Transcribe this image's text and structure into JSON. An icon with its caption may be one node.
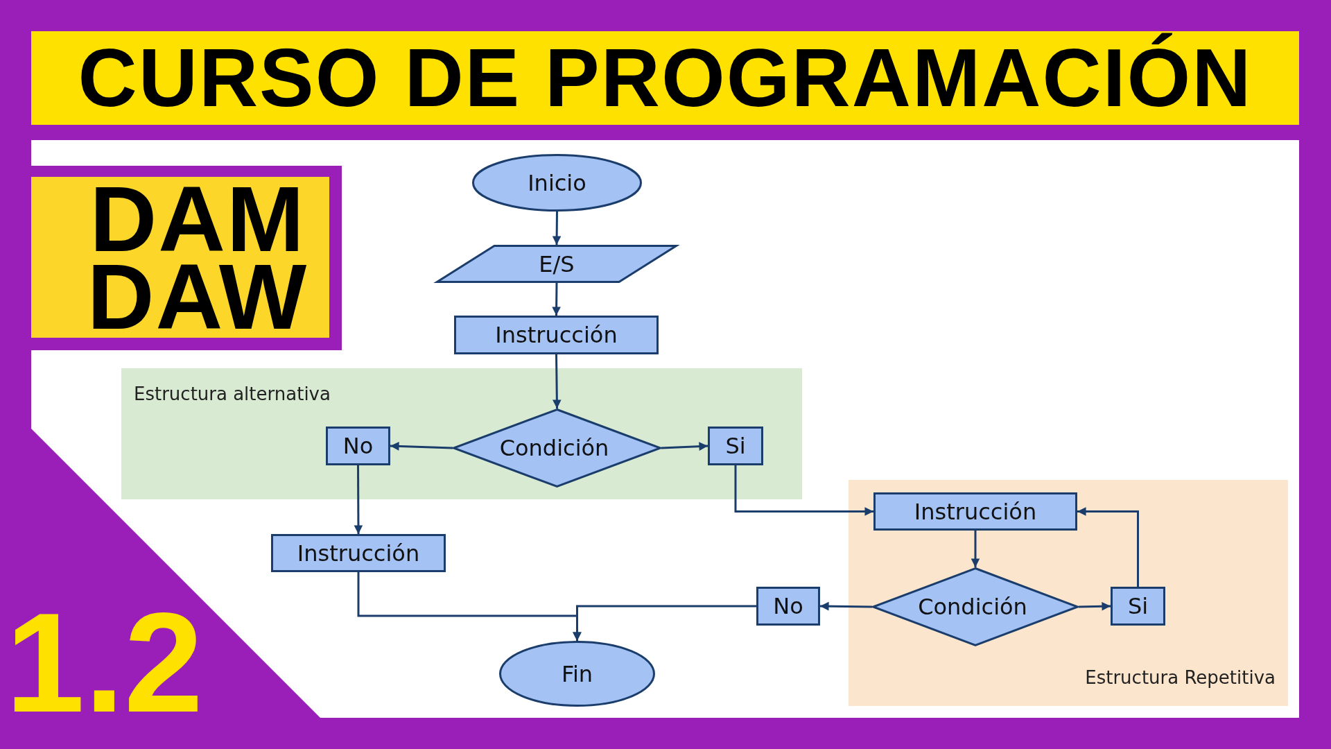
{
  "diagram": {
    "title": "CURSO DE PROGRAMACIÓN",
    "nodes": [
      {
        "text": [
          "Estructura alternativa"
        ]
      },
      {
        "text": [
          "Estructura Repetitiva"
        ]
      },
      {
        "text": [
          "Inicio"
        ]
      },
      {
        "text": [
          "E/S"
        ]
      },
      {
        "text": [
          "Instrucción"
        ]
      },
      {
        "text": [
          "Condición"
        ],
        "in": 0
      },
      {
        "text": [
          "No"
        ],
        "in": 0
      },
      {
        "text": [
          "Si"
        ],
        "in": 0
      },
      {
        "text": [
          "Instrucción"
        ]
      },
      {
        "text": [
          "Fin"
        ]
      },
      {
        "text": [
          "Instrucción"
        ],
        "in": 1
      },
      {
        "text": [
          "Condición"
        ],
        "in": 1
      },
      {
        "text": [
          "No"
        ]
      },
      {
        "text": [
          "Si"
        ],
        "in": 1
      }
    ],
    "edges": [
      {
        "from": 2,
        "to": 3,
        "arrow": "to"
      },
      {
        "from": 3,
        "to": 4,
        "arrow": "to"
      },
      {
        "from": 4,
        "to": 5,
        "arrow": "to"
      },
      {
        "from": 5,
        "to": 6,
        "arrow": "to"
      },
      {
        "from": 5,
        "to": 7,
        "arrow": "to"
      },
      {
        "from": 6,
        "to": 8,
        "arrow": "to"
      },
      {
        "from": 7,
        "to": 10,
        "arrow": "to"
      },
      {
        "from": 10,
        "to": 11,
        "arrow": "to"
      },
      {
        "from": 11,
        "to": 12,
        "arrow": "to"
      },
      {
        "from": 11,
        "to": 13,
        "arrow": "to"
      },
      {
        "from": 13,
        "to": 10,
        "arrow": "to"
      },
      {
        "from": 8,
        "to": 9,
        "arrow": "to"
      },
      {
        "from": 12,
        "to": 9,
        "arrow": "to"
      }
    ],
    "labels": [
      "DAM DAW",
      "1.2"
    ]
  }
}
